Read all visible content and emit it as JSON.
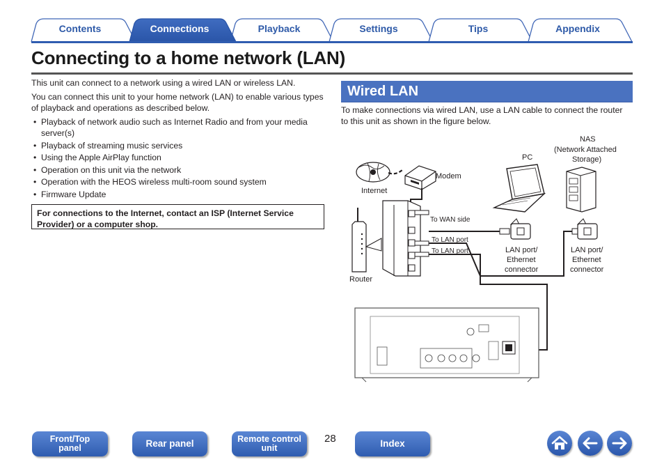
{
  "tabs": [
    {
      "label": "Contents",
      "active": false
    },
    {
      "label": "Connections",
      "active": true
    },
    {
      "label": "Playback",
      "active": false
    },
    {
      "label": "Settings",
      "active": false
    },
    {
      "label": "Tips",
      "active": false
    },
    {
      "label": "Appendix",
      "active": false
    }
  ],
  "page": {
    "title": "Connecting to a home network (LAN)",
    "number": "28"
  },
  "left": {
    "para1": "This unit can connect to a network using a wired LAN or wireless LAN.",
    "para2": "You can connect this unit to your home network (LAN) to enable various types of playback and operations as described below.",
    "bullets": [
      "Playback of network audio such as Internet Radio and from your media server(s)",
      "Playback of streaming music services",
      "Using the Apple AirPlay function",
      "Operation on this unit via the network",
      "Operation with the HEOS wireless multi-room sound system",
      "Firmware Update"
    ],
    "notice": "For connections to the Internet, contact an ISP (Internet Service Provider) or a computer shop."
  },
  "right": {
    "section_title": "Wired LAN",
    "intro": "To make connections via wired LAN, use a LAN cable to connect the router to this unit as shown in the figure below."
  },
  "diagram": {
    "internet": "Internet",
    "modem": "Modem",
    "router": "Router",
    "pc": "PC",
    "nas_line1": "NAS",
    "nas_line2": "(Network Attached",
    "nas_line3": "Storage)",
    "to_wan": "To WAN side",
    "to_lan_1": "To LAN port",
    "to_lan_2": "To LAN port",
    "pc_port_line1": "LAN port/",
    "pc_port_line2": "Ethernet",
    "pc_port_line3": "connector",
    "nas_port_line1": "LAN port/",
    "nas_port_line2": "Ethernet",
    "nas_port_line3": "connector"
  },
  "nav": {
    "front_top_line1": "Front/Top",
    "front_top_line2": "panel",
    "rear_panel": "Rear panel",
    "remote_line1": "Remote control",
    "remote_line2": "unit",
    "index": "Index"
  },
  "icons": [
    "home-icon",
    "arrow-left-icon",
    "arrow-right-icon"
  ],
  "colors": {
    "accent": "#4a72c0",
    "tab_active": "#2f5cb0",
    "tab_text": "#2e5aa8"
  }
}
